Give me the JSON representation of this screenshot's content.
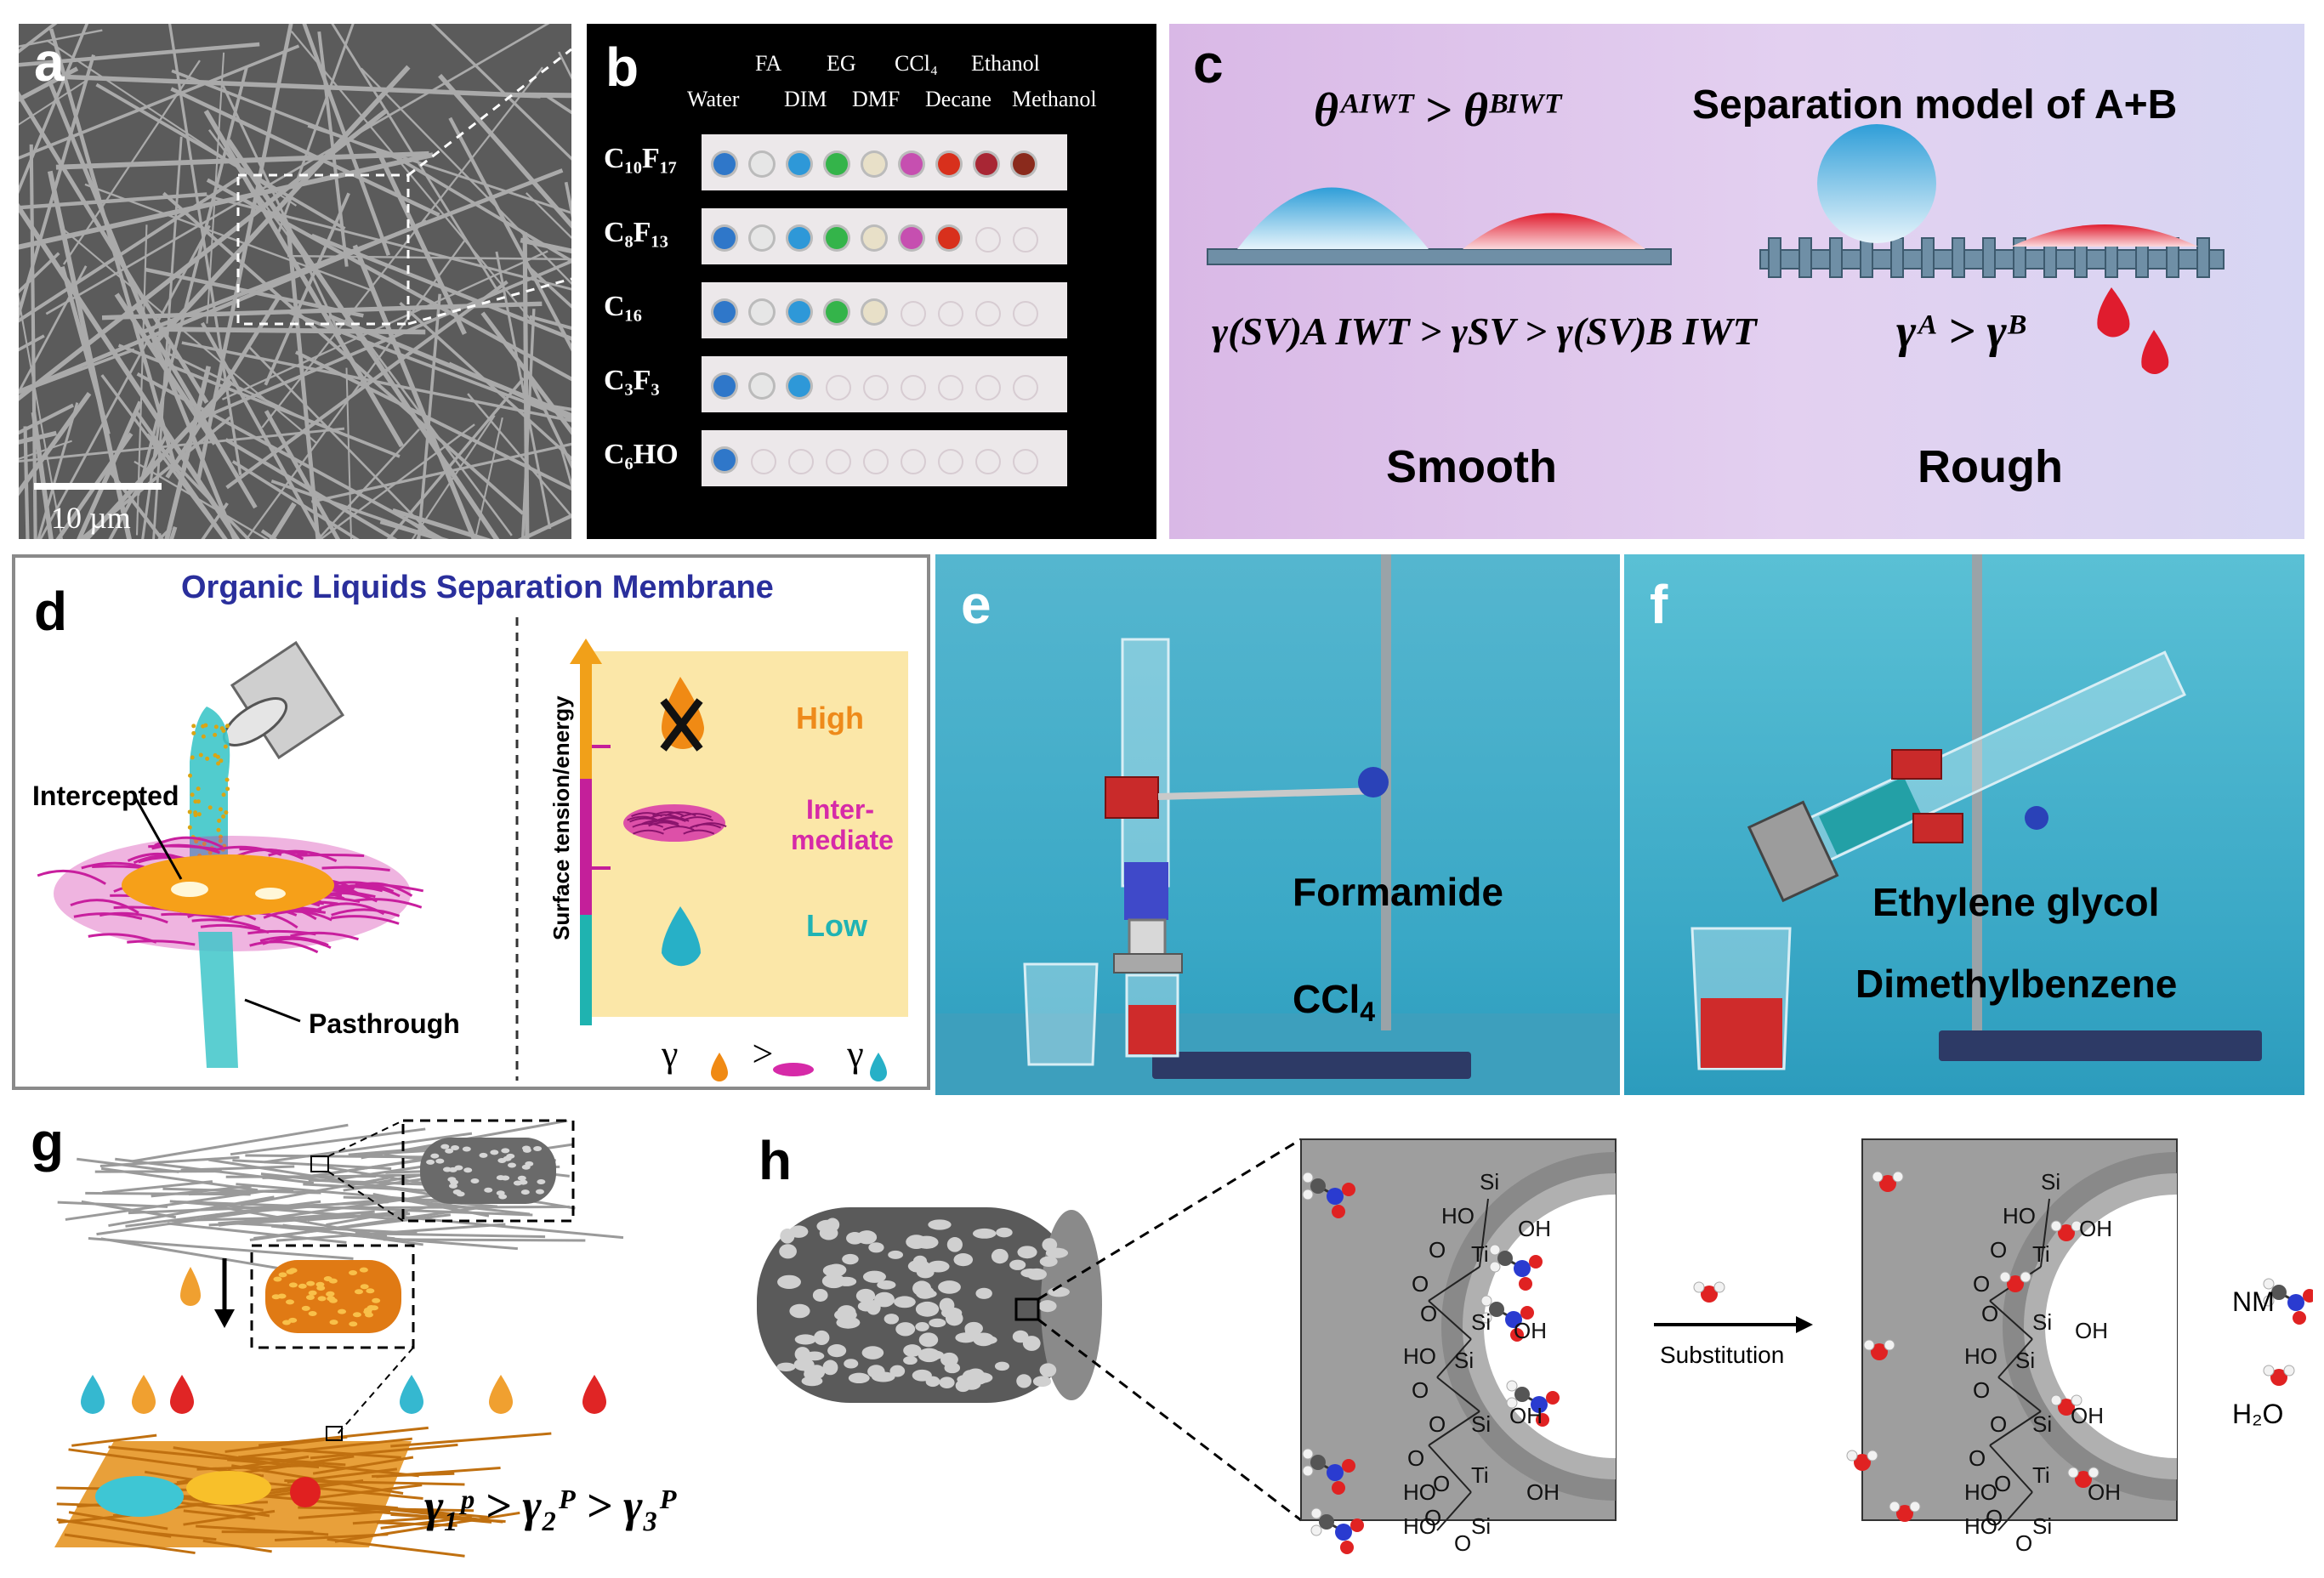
{
  "panels": {
    "a": {
      "label": "a",
      "scalebar": "10 µm"
    },
    "b": {
      "label": "b",
      "liquids_top": [
        "FA",
        "EG",
        "CCl₄",
        "Ethanol"
      ],
      "liquids_bottom": [
        "Water",
        "DIM",
        "DMF",
        "Decane",
        "Methanol"
      ],
      "rows": [
        {
          "label": "C₁₀F₁₇",
          "drops": [
            "#2f77c9",
            "#e6e6e6",
            "#2e98d8",
            "#34b44a",
            "#e8e0c8",
            "#c64fb0",
            "#d8301c",
            "#a82634",
            "#8a2a1c"
          ]
        },
        {
          "label": "C₈F₁₃",
          "drops": [
            "#2f77c9",
            "#e6e6e6",
            "#2e98d8",
            "#34b44a",
            "#e8e0c8",
            "#c64fb0",
            "#d8301c"
          ]
        },
        {
          "label": "C₁₆",
          "drops": [
            "#2f77c9",
            "#e6e6e6",
            "#2e98d8",
            "#34b44a",
            "#e8e0c8"
          ]
        },
        {
          "label": "C₃F₃",
          "drops": [
            "#2f77c9",
            "#e6e6e6",
            "#2e98d8"
          ]
        },
        {
          "label": "C₆HO",
          "drops": [
            "#2f77c9"
          ]
        }
      ]
    },
    "c": {
      "label": "c",
      "eq_top": "θᴬᴵᵂᵀ > θᴮᴵᵂᵀ",
      "eq_smooth": "γ(SV)A IWT > γSV > γ(SV)B IWT",
      "title_rough": "Separation model of A+B",
      "eq_rough": "γᴬ > γᴮ",
      "label_smooth": "Smooth",
      "label_rough": "Rough"
    },
    "d": {
      "label": "d",
      "title": "Organic Liquids Separation Membrane",
      "intercepted": "Intercepted",
      "pasthrough": "Pasthrough",
      "axis": "Surface tension/energy",
      "levels": [
        "High",
        "Inter-",
        "mediate",
        "Low"
      ],
      "relation": "γ > γ > γ",
      "colors": {
        "high": "#ee8a1a",
        "mid": "#d62aa8",
        "low": "#20b3b4",
        "bg": "#fbe7a8"
      }
    },
    "e": {
      "label": "e",
      "liquid1": "Formamide",
      "liquid2": "CCl",
      "liquid2_sub": "4"
    },
    "f": {
      "label": "f",
      "liquid1": "Ethylene glycol",
      "liquid2": "Dimethylbenzene"
    },
    "g": {
      "label": "g",
      "relation": "γ₁ᵖ > γ₂ᴾ > γ₃ᴾ"
    },
    "h": {
      "label": "h",
      "arrow_label": "Substitution",
      "legend_nm": "NM",
      "legend_h2o": "H₂O",
      "atoms_left": [
        "Si",
        "HO",
        "OH",
        "O",
        "Ti",
        "O",
        "O",
        "Si",
        "OH",
        "HO",
        "Si",
        "O",
        "O",
        "OH",
        "Si",
        "O",
        "HO",
        "O",
        "Ti",
        "OH",
        "HO",
        "Si",
        "O",
        "O"
      ],
      "atoms_right": [
        "Si",
        "HO",
        "OH",
        "O",
        "Ti",
        "O",
        "O",
        "Si",
        "OH",
        "HO",
        "Si",
        "O",
        "O",
        "OH",
        "Si",
        "O",
        "HO",
        "O",
        "Ti",
        "OH",
        "HO",
        "Si",
        "O",
        "O"
      ]
    }
  }
}
